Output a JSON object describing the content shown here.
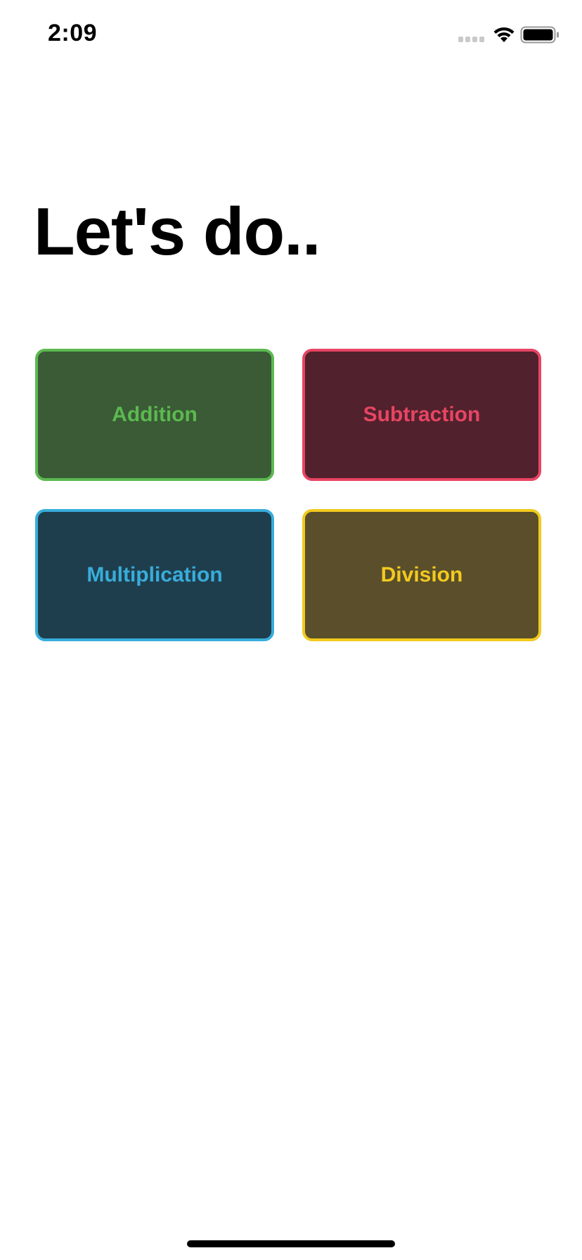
{
  "status_bar": {
    "time": "2:09"
  },
  "title": "Let's do..",
  "operations": [
    {
      "label": "Addition",
      "accent": "#5cb950",
      "fill": "#3a5b36"
    },
    {
      "label": "Subtraction",
      "accent": "#e84563",
      "fill": "#51212d"
    },
    {
      "label": "Multiplication",
      "accent": "#38addb",
      "fill": "#1f3e4d"
    },
    {
      "label": "Division",
      "accent": "#f2ca1f",
      "fill": "#5a4f2a"
    }
  ],
  "icons": {
    "signal": "cellular-signal-icon",
    "wifi": "wifi-icon",
    "battery": "battery-icon"
  }
}
